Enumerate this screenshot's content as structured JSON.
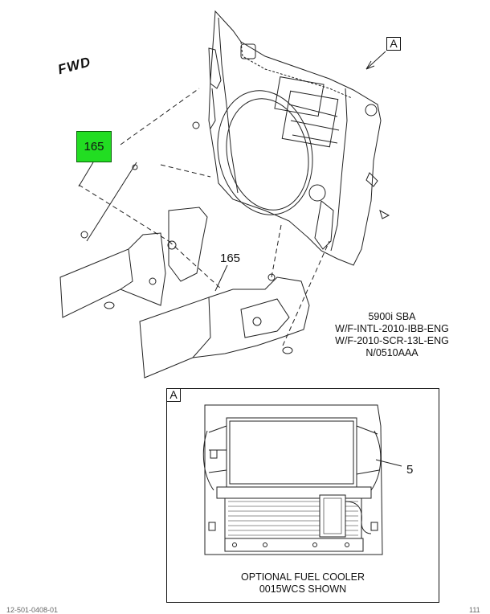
{
  "orientation": {
    "fwd_label": "FWD"
  },
  "callouts": {
    "highlighted_part": "165",
    "bracket_part": "165",
    "cooler_part": "5"
  },
  "views": {
    "main_view_letter": "A",
    "detail_view_letter": "A"
  },
  "notes": [
    "5900i SBA",
    "W/F-INTL-2010-IBB-ENG",
    "W/F-2010-SCR-13L-ENG",
    "N/0510AAA"
  ],
  "detail_caption": [
    "OPTIONAL FUEL COOLER",
    "0015WCS SHOWN"
  ],
  "footer": {
    "left": "12-501-0408-01",
    "right": "111"
  },
  "colors": {
    "highlight": "#22dd22",
    "ink": "#111111"
  }
}
